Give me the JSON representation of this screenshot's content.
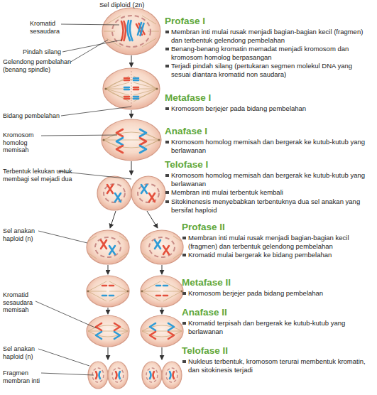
{
  "diagram": {
    "labels": [
      "Sel diploid (2n)",
      "Profase I",
      "Membran inti mulai rusak menjadi bagian-bagian kecil (fragmen) dan terbentuk gelendong pembelahan",
      "Benang-benang kromatin memadat menjadi kromosom dan kromosom homolog berpasangan",
      "Terjadi pindah silang (pertukaran segmen molekul DNA yang sesuai diantara kromatid non saudara)",
      "Metafase I",
      "Kromosom berjejer pada bidang pembelahan",
      "Anafase I",
      "Kromosom homolog memisah dan bergerak ke kutub-kutub yang berlawanan",
      "Telofase I",
      "Kromosom homolog memisah dan bergerak ke kutub-kutub yang berlawanan",
      "Membran inti mulai terbentuk kembali",
      "Sitokinenesis menyebabkan terbentuknya dua sel anakan yang bersifat haploid",
      "Profase II",
      "Membran inti mulai rusak menjadi bagian-bagian kecil (fragmen) dan terbentuk gelendong pembelahan",
      "Kromatid mulai bergerak ke bidang pembelahan",
      "Metafase II",
      "Kromosom berjejer pada bidang pembelahan",
      "Anafase II",
      "Kromatid terpisah dan bergerak ke kutub-kutub yang berlawanan",
      "Telofase II",
      "Nukleus terbentuk, kromosom terurai membentuk kromatin, dan sitokinesis terjadi",
      "Kromatid sesaudara",
      "Pindah silang",
      "Gelendong pembelahan (benang spindle)",
      "Bidang pembelahan",
      "Kromosom homolog memisah",
      "Terbentuk lekukan untuk membagi sel mejadi dua",
      "Sel anakan haploid (n)",
      "Kromatid sesaudara memisah",
      "Sel anakan haploid (n)",
      "Fragmen membran inti"
    ]
  }
}
